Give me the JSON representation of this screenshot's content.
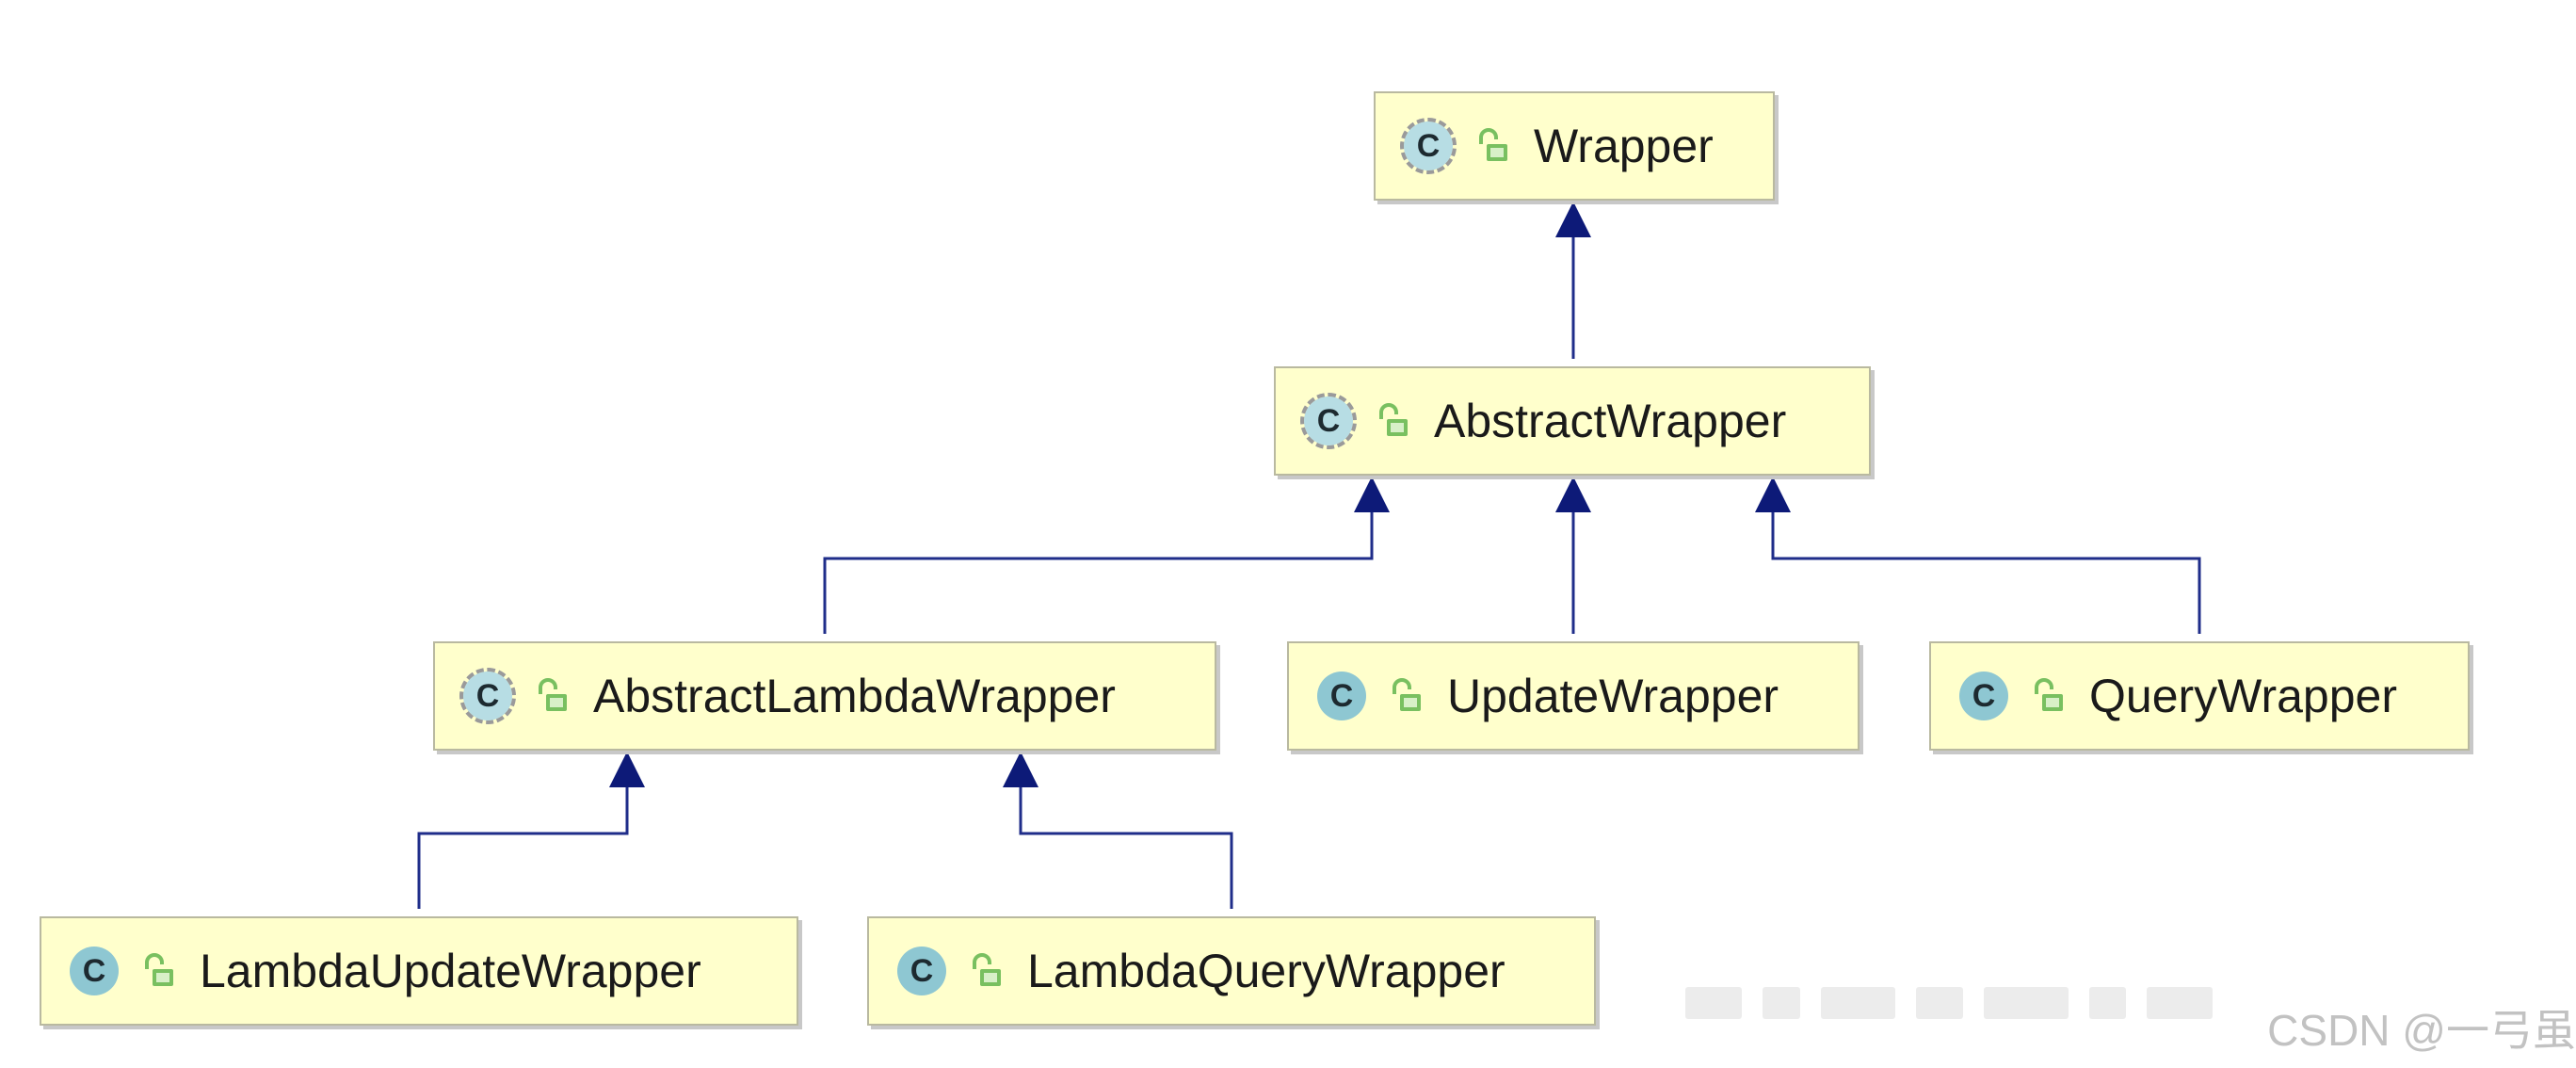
{
  "nodes": [
    {
      "id": "wrapper",
      "label": "Wrapper",
      "kind": "abstract",
      "icon": "class-icon-abstract",
      "letter": "C"
    },
    {
      "id": "abstract_wrapper",
      "label": "AbstractWrapper",
      "kind": "abstract",
      "icon": "class-icon-abstract",
      "letter": "C"
    },
    {
      "id": "abstract_lambda_wrapper",
      "label": "AbstractLambdaWrapper",
      "kind": "abstract",
      "icon": "class-icon-abstract",
      "letter": "C"
    },
    {
      "id": "update_wrapper",
      "label": "UpdateWrapper",
      "kind": "class",
      "icon": "class-icon",
      "letter": "C"
    },
    {
      "id": "query_wrapper",
      "label": "QueryWrapper",
      "kind": "class",
      "icon": "class-icon",
      "letter": "C"
    },
    {
      "id": "lambda_update_wrapper",
      "label": "LambdaUpdateWrapper",
      "kind": "class",
      "icon": "class-icon",
      "letter": "C"
    },
    {
      "id": "lambda_query_wrapper",
      "label": "LambdaQueryWrapper",
      "kind": "class",
      "icon": "class-icon",
      "letter": "C"
    }
  ],
  "edges": [
    {
      "from": "abstract_wrapper",
      "to": "wrapper",
      "type": "inheritance"
    },
    {
      "from": "abstract_lambda_wrapper",
      "to": "abstract_wrapper",
      "type": "inheritance"
    },
    {
      "from": "update_wrapper",
      "to": "abstract_wrapper",
      "type": "inheritance"
    },
    {
      "from": "query_wrapper",
      "to": "abstract_wrapper",
      "type": "inheritance"
    },
    {
      "from": "lambda_update_wrapper",
      "to": "abstract_lambda_wrapper",
      "type": "inheritance"
    },
    {
      "from": "lambda_query_wrapper",
      "to": "abstract_lambda_wrapper",
      "type": "inheritance"
    }
  ],
  "watermark": "CSDN @一弓虽",
  "colors": {
    "node_fill": "#ffffcc",
    "node_border": "#b9b9a0",
    "edge": "#1f2d8a",
    "arrowhead": "#0d1a78",
    "class_icon": "#8ec7d2",
    "lock_icon": "#79c060",
    "watermark": "#c2c2c2"
  }
}
